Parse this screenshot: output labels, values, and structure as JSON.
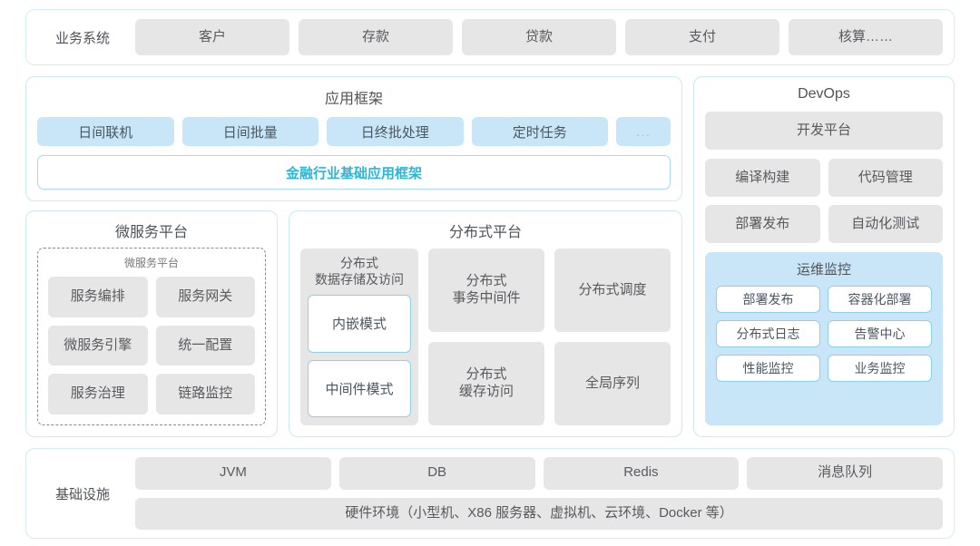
{
  "business_row": {
    "label": "业务系统",
    "items": [
      "客户",
      "存款",
      "贷款",
      "支付",
      "核算……"
    ]
  },
  "app_framework": {
    "title": "应用框架",
    "tags": [
      "日间联机",
      "日间批量",
      "日终批处理",
      "定时任务",
      "..."
    ],
    "banner": "金融行业基础应用框架",
    "banner_color": "#29b6d8",
    "tag_color": "#c8e6f7"
  },
  "microservice_platform": {
    "title": "微服务平台",
    "inner_label": "微服务平台",
    "items": [
      "服务编排",
      "服务网关",
      "微服务引擎",
      "统一配置",
      "服务治理",
      "链路监控"
    ]
  },
  "distributed_platform": {
    "title": "分布式平台",
    "storage": {
      "title": "分布式\n数据存储及访问",
      "title_line1": "分布式",
      "title_line2": "数据存储及访问",
      "modes": [
        "内嵌模式",
        "中间件模式"
      ]
    },
    "cells": [
      {
        "line1": "分布式",
        "line2": "事务中间件"
      },
      {
        "line1": "分布式调度",
        "line2": ""
      },
      {
        "line1": "分布式",
        "line2": "缓存访问"
      },
      {
        "line1": "全局序列",
        "line2": ""
      }
    ]
  },
  "devops": {
    "title": "DevOps",
    "platform": "开发平台",
    "items": [
      "编译构建",
      "代码管理",
      "部署发布",
      "自动化测试"
    ],
    "ops_monitor": {
      "title": "运维监控",
      "items": [
        "部署发布",
        "容器化部署",
        "分布式日志",
        "告警中心",
        "性能监控",
        "业务监控"
      ],
      "bg_color": "#c8e6f7"
    }
  },
  "infrastructure": {
    "label": "基础设施",
    "items": [
      "JVM",
      "DB",
      "Redis",
      "消息队列"
    ],
    "hardware": "硬件环境（小型机、X86 服务器、虚拟机、云环境、Docker 等）"
  },
  "colors": {
    "card_gray": "#e6e6e6",
    "card_blue": "#c8e6f7",
    "panel_border": "#cdeaf2",
    "accent": "#29b6d8"
  }
}
